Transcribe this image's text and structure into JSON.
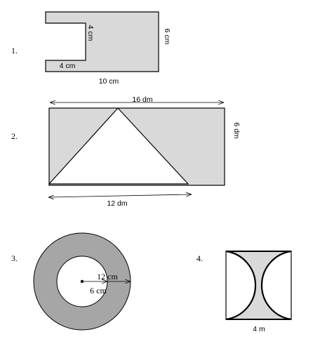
{
  "problems": [
    {
      "number": "1.",
      "labels": {
        "inner_height": "4 cm",
        "inner_width": "4 cm",
        "height": "6 cm",
        "width": "10 cm"
      }
    },
    {
      "number": "2.",
      "labels": {
        "top_width": "16 dm",
        "height": "6 dm",
        "base": "12 dm"
      }
    },
    {
      "number": "3.",
      "labels": {
        "outer_radius": "12 cm",
        "inner_radius": "6 cm"
      }
    },
    {
      "number": "4.",
      "labels": {
        "side": "4 m"
      }
    }
  ],
  "colors": {
    "shade": "#d9d9d9",
    "ring": "#a6a6a6",
    "stroke": "#000000"
  }
}
